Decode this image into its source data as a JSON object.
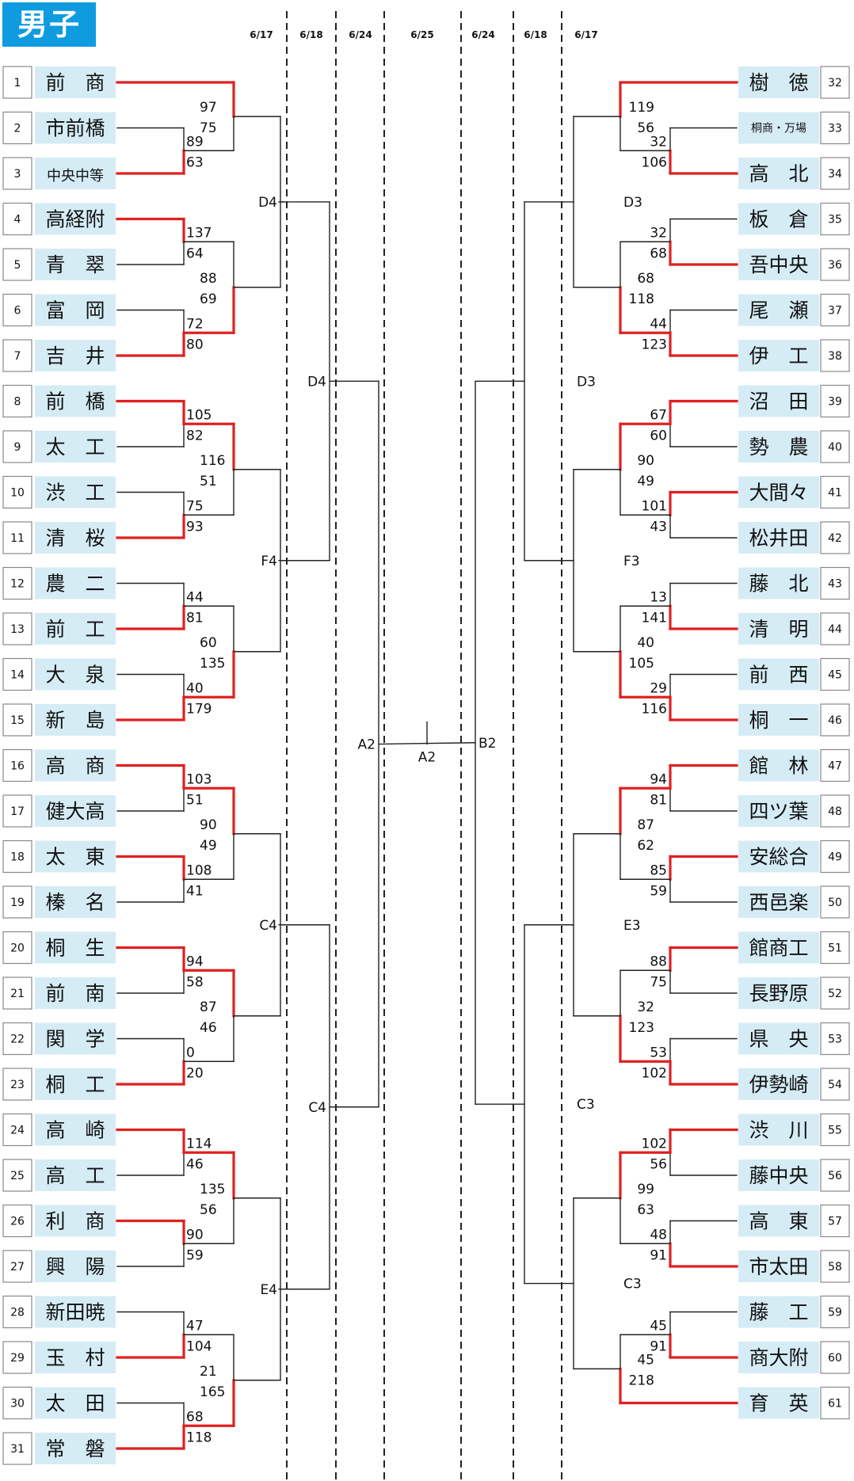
{
  "title": "男子",
  "dates": {
    "left": [
      "6/17",
      "6/18",
      "6/24"
    ],
    "center": "6/25",
    "right": [
      "6/24",
      "6/18",
      "6/17"
    ]
  },
  "teams_left": [
    {
      "n": "1",
      "name": "前　商"
    },
    {
      "n": "2",
      "name": "市前橋"
    },
    {
      "n": "3",
      "name": "中央中等"
    },
    {
      "n": "4",
      "name": "高経附"
    },
    {
      "n": "5",
      "name": "青　翠"
    },
    {
      "n": "6",
      "name": "富　岡"
    },
    {
      "n": "7",
      "name": "吉　井"
    },
    {
      "n": "8",
      "name": "前　橋"
    },
    {
      "n": "9",
      "name": "太　工"
    },
    {
      "n": "10",
      "name": "渋　工"
    },
    {
      "n": "11",
      "name": "清　桜"
    },
    {
      "n": "12",
      "name": "農　二"
    },
    {
      "n": "13",
      "name": "前　工"
    },
    {
      "n": "14",
      "name": "大　泉"
    },
    {
      "n": "15",
      "name": "新　島"
    },
    {
      "n": "16",
      "name": "高　商"
    },
    {
      "n": "17",
      "name": "健大高"
    },
    {
      "n": "18",
      "name": "太　東"
    },
    {
      "n": "19",
      "name": "榛　名"
    },
    {
      "n": "20",
      "name": "桐　生"
    },
    {
      "n": "21",
      "name": "前　南"
    },
    {
      "n": "22",
      "name": "関　学"
    },
    {
      "n": "23",
      "name": "桐　工"
    },
    {
      "n": "24",
      "name": "高　崎"
    },
    {
      "n": "25",
      "name": "高　工"
    },
    {
      "n": "26",
      "name": "利　商"
    },
    {
      "n": "27",
      "name": "興　陽"
    },
    {
      "n": "28",
      "name": "新田暁"
    },
    {
      "n": "29",
      "name": "玉　村"
    },
    {
      "n": "30",
      "name": "太　田"
    },
    {
      "n": "31",
      "name": "常　磐"
    }
  ],
  "teams_right": [
    {
      "n": "32",
      "name": "樹　徳"
    },
    {
      "n": "33",
      "name": "桐商・万場"
    },
    {
      "n": "34",
      "name": "高　北"
    },
    {
      "n": "35",
      "name": "板　倉"
    },
    {
      "n": "36",
      "name": "吾中央"
    },
    {
      "n": "37",
      "name": "尾　瀬"
    },
    {
      "n": "38",
      "name": "伊　工"
    },
    {
      "n": "39",
      "name": "沼　田"
    },
    {
      "n": "40",
      "name": "勢　農"
    },
    {
      "n": "41",
      "name": "大間々"
    },
    {
      "n": "42",
      "name": "松井田"
    },
    {
      "n": "43",
      "name": "藤　北"
    },
    {
      "n": "44",
      "name": "清　明"
    },
    {
      "n": "45",
      "name": "前　西"
    },
    {
      "n": "46",
      "name": "桐　一"
    },
    {
      "n": "47",
      "name": "館　林"
    },
    {
      "n": "48",
      "name": "四ツ葉"
    },
    {
      "n": "49",
      "name": "安総合"
    },
    {
      "n": "50",
      "name": "西邑楽"
    },
    {
      "n": "51",
      "name": "館商工"
    },
    {
      "n": "52",
      "name": "長野原"
    },
    {
      "n": "53",
      "name": "県　央"
    },
    {
      "n": "54",
      "name": "伊勢崎"
    },
    {
      "n": "55",
      "name": "渋　川"
    },
    {
      "n": "56",
      "name": "藤中央"
    },
    {
      "n": "57",
      "name": "高　東"
    },
    {
      "n": "58",
      "name": "市太田"
    },
    {
      "n": "59",
      "name": "藤　工"
    },
    {
      "n": "60",
      "name": "商大附"
    },
    {
      "n": "61",
      "name": "育　英"
    }
  ],
  "left_r1": [
    {
      "top": "89",
      "bot": "63",
      "win": "bot"
    },
    {
      "top": "137",
      "bot": "64",
      "win": "top"
    },
    {
      "top": "72",
      "bot": "80",
      "win": "bot"
    },
    {
      "top": "105",
      "bot": "82",
      "win": "top"
    },
    {
      "top": "75",
      "bot": "93",
      "win": "bot"
    },
    {
      "top": "44",
      "bot": "81",
      "win": "bot"
    },
    {
      "top": "40",
      "bot": "179",
      "win": "bot"
    },
    {
      "top": "103",
      "bot": "51",
      "win": "top"
    },
    {
      "top": "108",
      "bot": "41",
      "win": "top"
    },
    {
      "top": "94",
      "bot": "58",
      "win": "top"
    },
    {
      "top": "0",
      "bot": "20",
      "win": "bot"
    },
    {
      "top": "114",
      "bot": "46",
      "win": "top"
    },
    {
      "top": "90",
      "bot": "59",
      "win": "top"
    },
    {
      "top": "47",
      "bot": "104",
      "win": "bot"
    },
    {
      "top": "68",
      "bot": "118",
      "win": "bot"
    }
  ],
  "left_r2": [
    {
      "top": "97",
      "bot": "75",
      "win": "top"
    },
    {
      "top": "88",
      "bot": "69",
      "win": "bot"
    },
    {
      "top": "116",
      "bot": "51",
      "win": "top"
    },
    {
      "top": "60",
      "bot": "135",
      "win": "bot"
    },
    {
      "top": "90",
      "bot": "49",
      "win": "top"
    },
    {
      "top": "87",
      "bot": "46",
      "win": "top"
    },
    {
      "top": "135",
      "bot": "56",
      "win": "top"
    },
    {
      "top": "21",
      "bot": "165",
      "win": "bot"
    }
  ],
  "right_r1": [
    {
      "top": "32",
      "bot": "106",
      "win": "bot"
    },
    {
      "top": "32",
      "bot": "68",
      "win": "bot"
    },
    {
      "top": "44",
      "bot": "123",
      "win": "bot"
    },
    {
      "top": "67",
      "bot": "60",
      "win": "top"
    },
    {
      "top": "101",
      "bot": "43",
      "win": "top"
    },
    {
      "top": "13",
      "bot": "141",
      "win": "bot"
    },
    {
      "top": "29",
      "bot": "116",
      "win": "bot"
    },
    {
      "top": "94",
      "bot": "81",
      "win": "top"
    },
    {
      "top": "85",
      "bot": "59",
      "win": "top"
    },
    {
      "top": "88",
      "bot": "75",
      "win": "top"
    },
    {
      "top": "53",
      "bot": "102",
      "win": "bot"
    },
    {
      "top": "102",
      "bot": "56",
      "win": "top"
    },
    {
      "top": "48",
      "bot": "91",
      "win": "bot"
    },
    {
      "top": "45",
      "bot": "91",
      "win": "bot"
    }
  ],
  "right_r2": [
    {
      "top": "119",
      "bot": "56",
      "win": "top"
    },
    {
      "top": "68",
      "bot": "118",
      "win": "bot"
    },
    {
      "top": "90",
      "bot": "49",
      "win": "top"
    },
    {
      "top": "40",
      "bot": "105",
      "win": "bot"
    },
    {
      "top": "87",
      "bot": "62",
      "win": "top"
    },
    {
      "top": "32",
      "bot": "123",
      "win": "bot"
    },
    {
      "top": "99",
      "bot": "63",
      "win": "top"
    },
    {
      "top": "45",
      "bot": "218",
      "win": "bot"
    }
  ],
  "left_r3": [
    "D4",
    "F4",
    "C4",
    "E4"
  ],
  "left_r4": [
    "D4",
    "C4"
  ],
  "left_final": "A2",
  "center_label": "A2",
  "right_final": "B2",
  "right_r4": [
    "D3",
    "C3"
  ],
  "right_r3": [
    "D3",
    "F3",
    "E3",
    "C3"
  ],
  "colors": {
    "title_bg": "#0e9be0",
    "name_bg": "#d5ecf5",
    "win_line": "#e02020",
    "line": "#222222"
  }
}
